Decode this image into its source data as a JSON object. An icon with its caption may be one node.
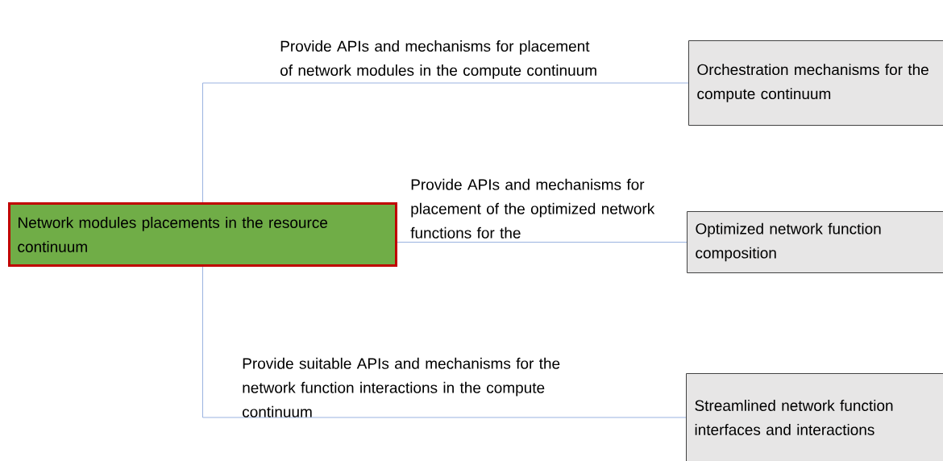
{
  "diagram": {
    "nodes": [
      {
        "text": [
          "Network modules placements in the resource continuum"
        ]
      },
      {
        "text": [
          "Orchestration mechanisms for the compute continuum"
        ]
      },
      {
        "text": [
          "Optimized network function composition"
        ]
      },
      {
        "text": [
          "Streamlined network function interfaces and interactions"
        ]
      }
    ],
    "edges": [
      {
        "from": 0,
        "to": 1,
        "arrow": "none",
        "label": "Provide APIs and mechanisms for placement of network modules in the compute continuum"
      },
      {
        "from": 0,
        "to": 2,
        "arrow": "none",
        "label": "Provide APIs and mechanisms for placement of the optimized network functions for the"
      },
      {
        "from": 0,
        "to": 3,
        "arrow": "none",
        "label": "Provide suitable APIs and mechanisms for the network function interactions in the compute continuum"
      }
    ]
  }
}
